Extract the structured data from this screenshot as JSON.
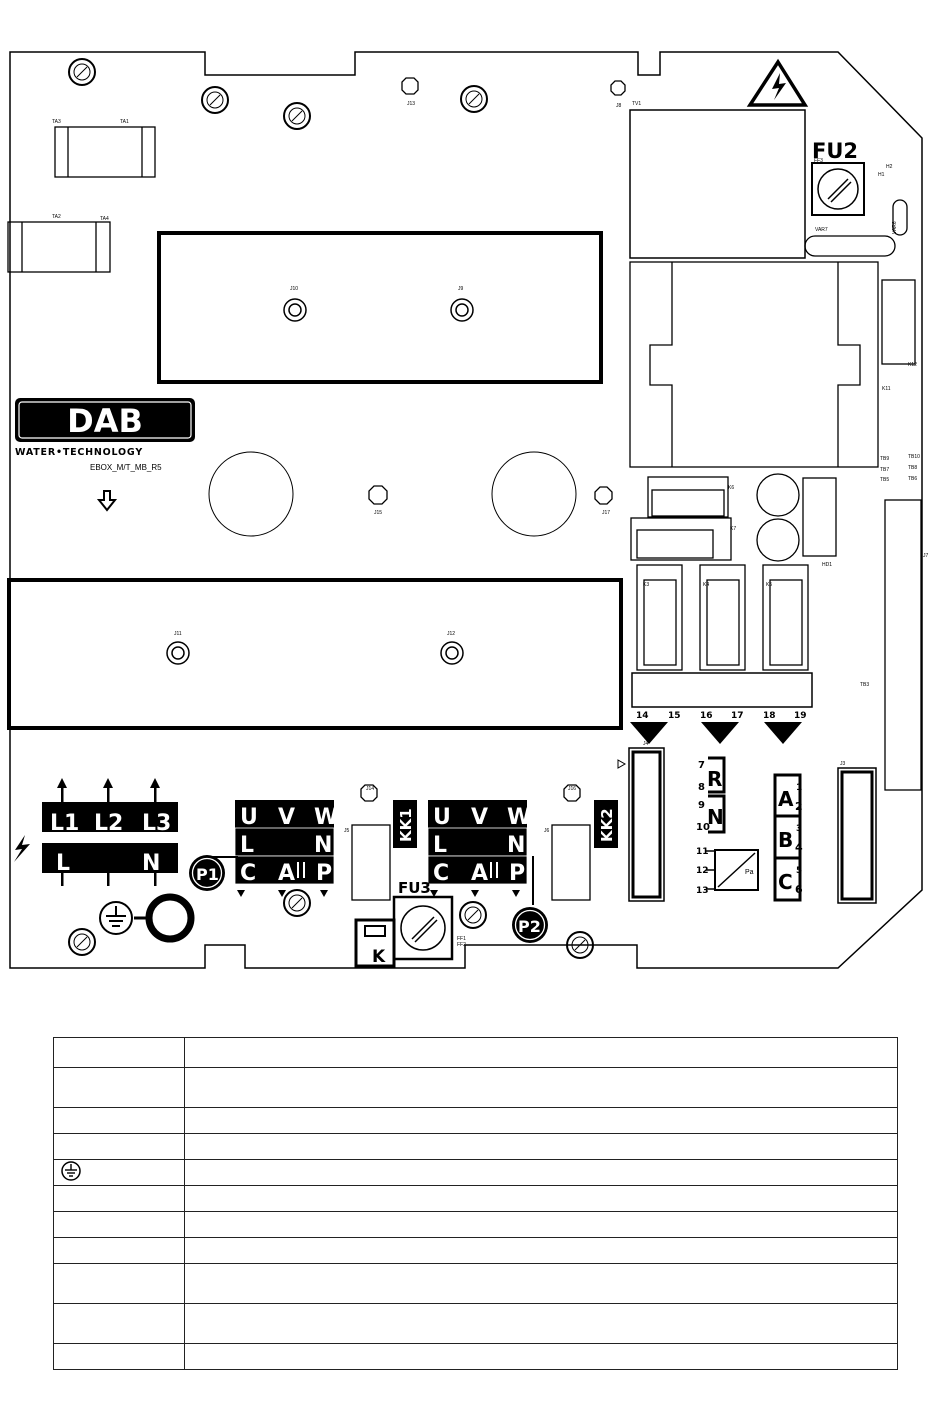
{
  "brand": {
    "logo": "DAB",
    "tagline": "WATER•TECHNOLOGY",
    "model": "EBOX_M/T_MB_R5"
  },
  "fuses": {
    "fu2": "FU2",
    "fu3": "FU3"
  },
  "power": {
    "l1": "L1",
    "l2": "L2",
    "l3": "L3",
    "l": "L",
    "n": "N"
  },
  "pumps": {
    "p1": "P1",
    "p2": "P2"
  },
  "motor_block": {
    "u": "U",
    "v": "V",
    "w": "W",
    "l": "L",
    "n": "N",
    "c": "C",
    "a": "A",
    "p": "P"
  },
  "relays": {
    "kk1": "KK1",
    "kk2": "KK2",
    "k": "K"
  },
  "terminals": {
    "t14": "14",
    "t15": "15",
    "t16": "16",
    "t17": "17",
    "t18": "18",
    "t19": "19"
  },
  "control": {
    "t7": "7",
    "r": "R",
    "t8": "8",
    "t9": "9",
    "n": "N",
    "t10": "10",
    "t11": "11",
    "t12": "12",
    "t13": "13",
    "pa": "Pa"
  },
  "rs485": {
    "a": "A",
    "b": "B",
    "c": "C",
    "t1": "1",
    "t2": "2",
    "t3": "3",
    "t4": "4",
    "t5": "5",
    "t6": "6"
  },
  "silk": {
    "ta3": "TA3",
    "ta1": "TA1",
    "ta2": "TA2",
    "ta4": "TA4",
    "j13": "J13",
    "j8": "J8",
    "tv1": "TV1",
    "ff3": "FF3",
    "h1": "H1",
    "h2": "H2",
    "var6": "VAR6",
    "var7": "VAR7",
    "j10": "J10",
    "j9": "J9",
    "j15": "J15",
    "j17": "J17",
    "j11": "J11",
    "j12": "J12",
    "j14": "J14",
    "j16": "J16",
    "j5": "J5",
    "j6": "J6",
    "j4": "J4",
    "j3": "J3",
    "j7": "J7",
    "k3": "K3",
    "k4": "K4",
    "k5": "K5",
    "k6": "K6",
    "k7": "K7",
    "k11": "K11",
    "k12": "K12",
    "ff1": "FF1",
    "ff2": "FF2",
    "hd1": "HD1",
    "tb3": "TB3",
    "tb9": "TB9",
    "tb7": "TB7",
    "tb5": "TB5",
    "tb10": "TB10",
    "tb8": "TB8",
    "tb6": "TB6"
  },
  "legend_rows": [
    {
      "c1": "",
      "c2": ""
    },
    {
      "c1": "",
      "c2": ""
    },
    {
      "c1": "",
      "c2": ""
    },
    {
      "c1": "",
      "c2": ""
    },
    {
      "c1": "",
      "c2": ""
    },
    {
      "c1": "",
      "c2": ""
    },
    {
      "c1": "",
      "c2": ""
    },
    {
      "c1": "",
      "c2": ""
    },
    {
      "c1": "",
      "c2": ""
    },
    {
      "c1": "",
      "c2": ""
    },
    {
      "c1": "",
      "c2": ""
    },
    {
      "c1": "",
      "c2": ""
    }
  ],
  "legend_icons": {
    "row4": "earth-ground-icon"
  }
}
